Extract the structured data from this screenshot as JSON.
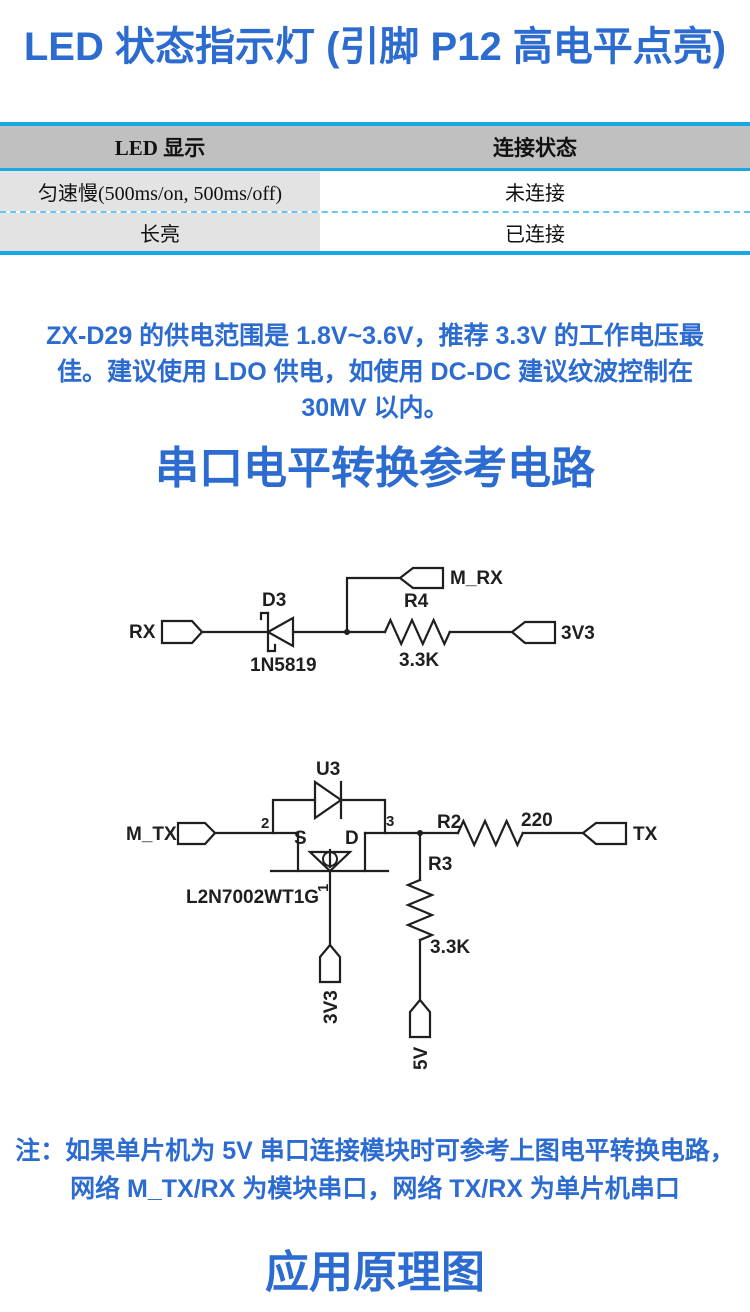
{
  "colors": {
    "accent_blue": "#2c6bd0",
    "table_border_blue": "#17a9e3",
    "table_dashed_blue": "#5fc9ef",
    "table_header_bg": "#c0c0c0",
    "table_first_col_bg": "#e3e3e3",
    "schematic_line": "#1f1f1f"
  },
  "title": "LED 状态指示灯 (引脚 P12 高电平点亮)",
  "led_table": {
    "headers": [
      "LED 显示",
      "连接状态"
    ],
    "rows": [
      {
        "display": "匀速慢(500ms/on, 500ms/off)",
        "status": "未连接"
      },
      {
        "display": "长亮",
        "status": "已连接"
      }
    ]
  },
  "power_note": "ZX-D29 的供电范围是 1.8V~3.6V，推荐 3.3V 的工作电压最佳。建议使用 LDO 供电，如使用 DC-DC 建议纹波控制在 30MV 以内。",
  "serial_section": {
    "heading": "串口电平转换参考电路",
    "circuit1": {
      "port_rx": "RX",
      "port_m_rx": "M_RX",
      "port_3v3": "3V3",
      "diode_ref": "D3",
      "diode_part": "1N5819",
      "resistor_ref": "R4",
      "resistor_value": "3.3K"
    },
    "circuit2": {
      "port_m_tx": "M_TX",
      "port_tx": "TX",
      "port_3v3": "3V3",
      "port_5v": "5V",
      "body_diode_ref": "U3",
      "mosfet_part": "L2N7002WT1G",
      "mosfet_source": "S",
      "mosfet_drain": "D",
      "pin1": "1",
      "pin2": "2",
      "pin3": "3",
      "r2_ref": "R2",
      "r2_value": "220",
      "r3_ref": "R3",
      "r3_value": "3.3K"
    },
    "note": "注：如果单片机为 5V 串口连接模块时可参考上图电平转换电路，网络 M_TX/RX 为模块串口，网络 TX/RX 为单片机串口"
  },
  "application_section": {
    "heading": "应用原理图"
  }
}
